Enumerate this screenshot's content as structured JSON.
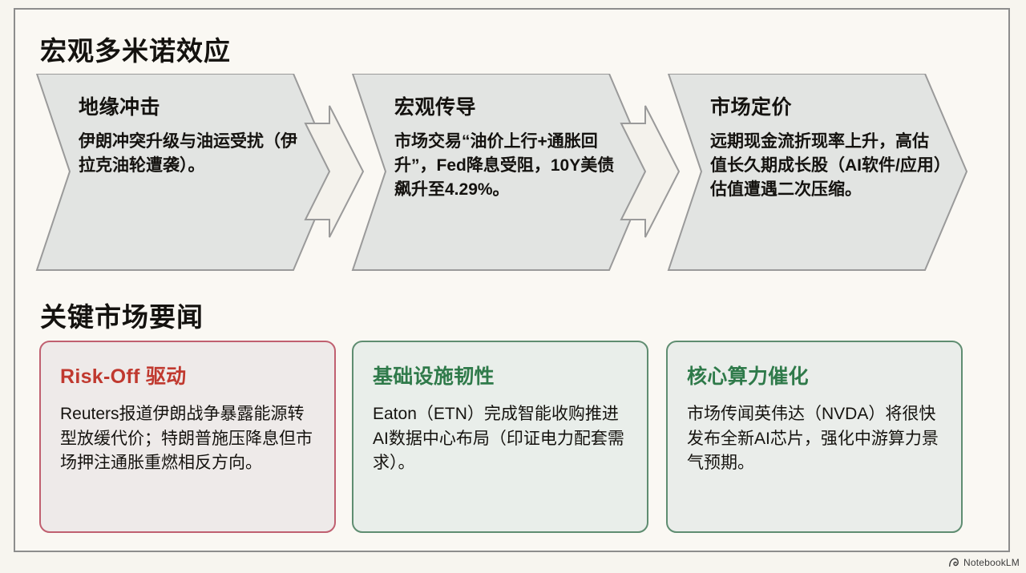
{
  "slide": {
    "sections": {
      "macro_title": "宏观多米诺效应",
      "news_title": "关键市场要闻"
    },
    "flow": {
      "steps": [
        {
          "heading": "地缘冲击",
          "body": "伊朗冲突升级与油运受扰（伊拉克油轮遭袭）。"
        },
        {
          "heading": "宏观传导",
          "body": "市场交易“油价上行+通胀回升”，Fed降息受阻，10Y美债飙升至4.29%。"
        },
        {
          "heading": "市场定价",
          "body": "远期现金流折现率上升，高估值长久期成长股（AI软件/应用）估值遭遇二次压缩。"
        }
      ],
      "connector_icon": "chevron-right-arrow"
    },
    "cards": [
      {
        "heading": "Risk-Off 驱动",
        "body": "Reuters报道伊朗战争暴露能源转型放缓代价；特朗普施压降息但市场押注通胀重燃相反方向。",
        "accent": "#c0392f",
        "border": "#c06070"
      },
      {
        "heading": "基础设施韧性",
        "body": "Eaton（ETN）完成智能收购推进AI数据中心布局（印证电力配套需求）。",
        "accent": "#2f7a4a",
        "border": "#5f8d71"
      },
      {
        "heading": "核心算力催化",
        "body": "市场传闻英伟达（NVDA）将很快发布全新AI芯片，强化中游算力景气预期。",
        "accent": "#2f7a4a",
        "border": "#5f8d71"
      }
    ],
    "footer": {
      "brand": "NotebookLM",
      "icon": "notebooklm-logo-icon"
    },
    "colors": {
      "page_background": "#f7f5ef",
      "panel_background": "#faf8f3",
      "panel_border": "#8d8d8d",
      "chevron_fill": "#e2e4e2",
      "chevron_border": "#9a9a9a",
      "text": "#14120f"
    }
  }
}
